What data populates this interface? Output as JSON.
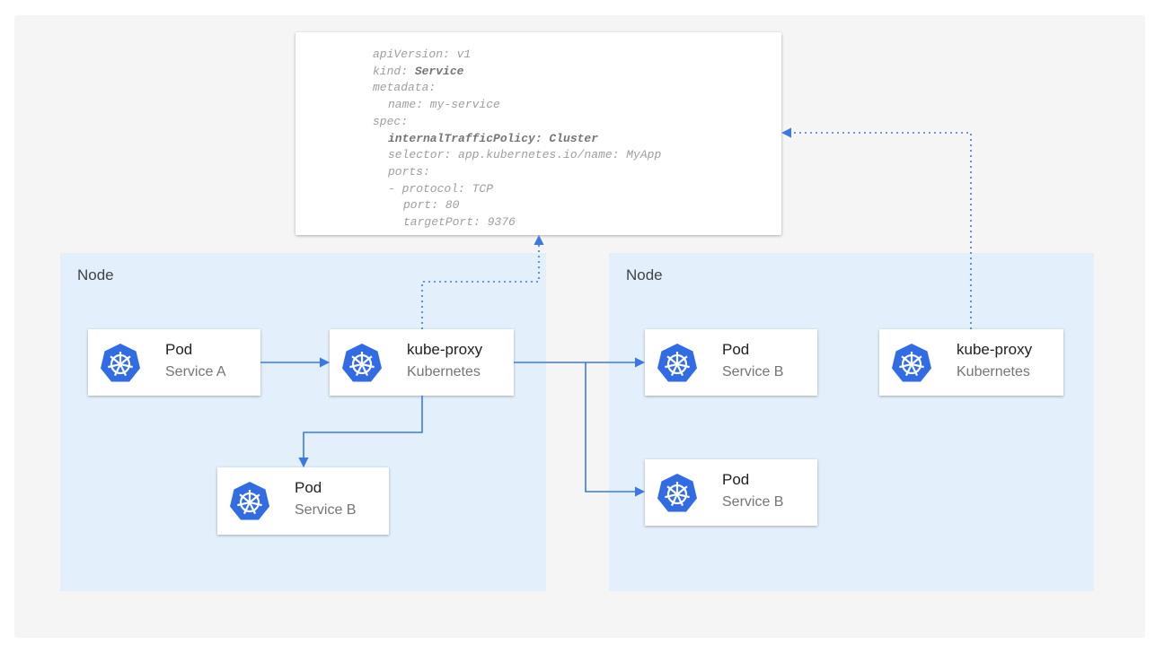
{
  "colors": {
    "arrow": "#3b78e7",
    "node_bg": "#e3f0fc",
    "k8s_blue": "#326ce5"
  },
  "yaml": [
    {
      "text": "apiVersion: v1",
      "indent": 0
    },
    {
      "text": "kind: ",
      "bold": "Service",
      "indent": 0
    },
    {
      "text": "metadata:",
      "indent": 0
    },
    {
      "text": "name: my-service",
      "indent": 1
    },
    {
      "text": "spec:",
      "indent": 0
    },
    {
      "text": "",
      "bold": "internalTrafficPolicy: Cluster",
      "indent": 1
    },
    {
      "text": "selector: app.kubernetes.io/name: MyApp",
      "indent": 1
    },
    {
      "text": "ports:",
      "indent": 1
    },
    {
      "text": "- protocol: TCP",
      "indent": 1
    },
    {
      "text": "port: 80",
      "indent": 2
    },
    {
      "text": "targetPort: 9376",
      "indent": 2
    }
  ],
  "nodes": [
    {
      "label": "Node"
    },
    {
      "label": "Node"
    }
  ],
  "cards": {
    "pod_a": {
      "title": "Pod",
      "subtitle": "Service A",
      "icon": "kubernetes-icon"
    },
    "proxy_left": {
      "title": "kube-proxy",
      "subtitle": "Kubernetes",
      "icon": "kubernetes-icon"
    },
    "pod_b_left": {
      "title": "Pod",
      "subtitle": "Service B",
      "icon": "kubernetes-icon"
    },
    "pod_b_right_top": {
      "title": "Pod",
      "subtitle": "Service B",
      "icon": "kubernetes-icon"
    },
    "proxy_right": {
      "title": "kube-proxy",
      "subtitle": "Kubernetes",
      "icon": "kubernetes-icon"
    },
    "pod_b_right_bottom": {
      "title": "Pod",
      "subtitle": "Service B",
      "icon": "kubernetes-icon"
    }
  }
}
